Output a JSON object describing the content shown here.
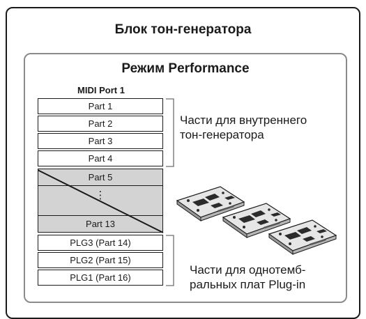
{
  "title": "Блок тон-генератора",
  "mode_title": "Режим Performance",
  "port_label": "MIDI Port 1",
  "internal_parts": [
    "Part 1",
    "Part 2",
    "Part 3",
    "Part 4"
  ],
  "gray_parts": {
    "first": "Part 5",
    "ellipsis": "⋮",
    "last": "Part 13"
  },
  "plugin_parts": [
    "PLG3 (Part 14)",
    "PLG2 (Part 15)",
    "PLG1 (Part 16)"
  ],
  "internal_label": {
    "line1": "Части для внутреннего",
    "line2": "тон-генератора"
  },
  "plugin_label": {
    "line1": "Части для однотемб-",
    "line2": "ральных плат Plug-in"
  },
  "colors": {
    "border": "#1a1a1a",
    "inner_border": "#8a8a8a",
    "gray_fill": "#d3d3d3"
  }
}
